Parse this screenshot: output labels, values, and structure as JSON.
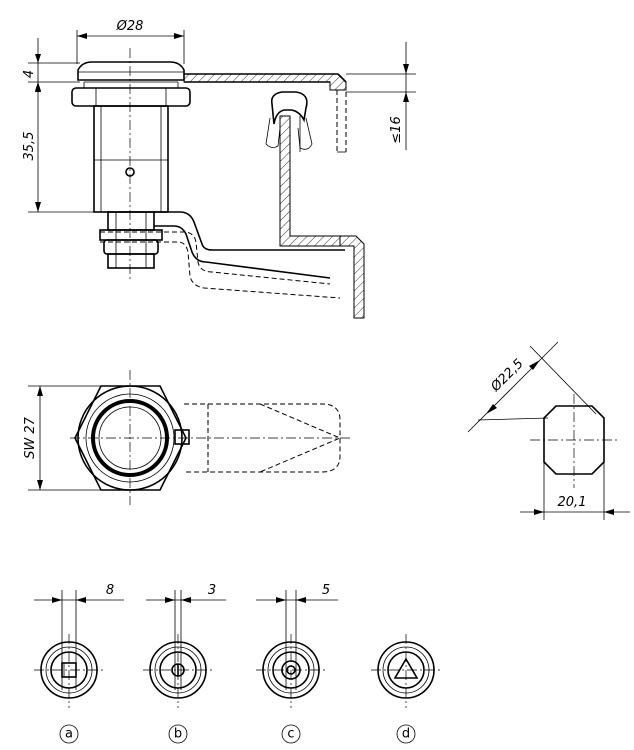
{
  "dimensions": {
    "d_flange": "Ø28",
    "flange_height": "4",
    "body_length": "35,5",
    "max_panel": "≤16",
    "spanner": "SW 27",
    "d_cam": "Ø22,5",
    "cam_width": "20,1",
    "a_size": "8",
    "b_size": "3",
    "c_size": "5"
  },
  "variants": [
    {
      "label": "a"
    },
    {
      "label": "b"
    },
    {
      "label": "c"
    },
    {
      "label": "d"
    }
  ]
}
